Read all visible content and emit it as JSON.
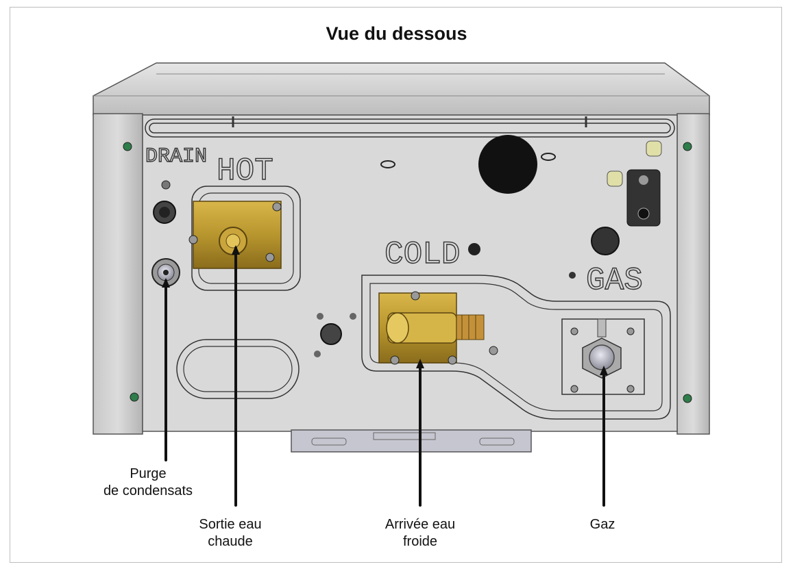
{
  "title": "Vue du dessous",
  "unit_labels": {
    "drain": "DRAIN",
    "hot": "HOT",
    "cold": "COLD",
    "gas": "GAS"
  },
  "callouts": {
    "purge": [
      "Purge",
      "de condensats"
    ],
    "hot_out": [
      "Sortie eau",
      "chaude"
    ],
    "cold_in": [
      "Arrivée eau",
      "froide"
    ],
    "gas": [
      "Gaz"
    ]
  },
  "colors": {
    "panel": "#d8d8d8",
    "frame": "#b8b8b8",
    "brass": "#b8962e",
    "leader": "#111111",
    "screw": "#2e7d4a"
  }
}
